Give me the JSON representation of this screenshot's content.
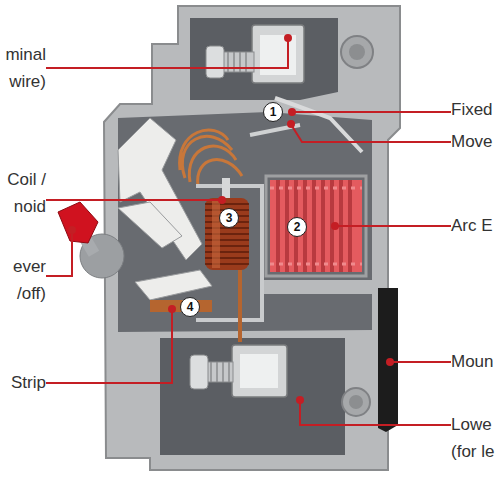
{
  "diagram": {
    "nodes": [
      {
        "text": [
          "1"
        ]
      },
      {
        "text": [
          "3"
        ]
      },
      {
        "text": [
          "2"
        ]
      },
      {
        "text": [
          "4"
        ]
      }
    ],
    "labels": [
      "minal wire)",
      "Fixed",
      "Move",
      "Coil / noid",
      "Arc E",
      "ever /off)",
      "Moun",
      "Strip",
      "Lowe (for le"
    ]
  }
}
